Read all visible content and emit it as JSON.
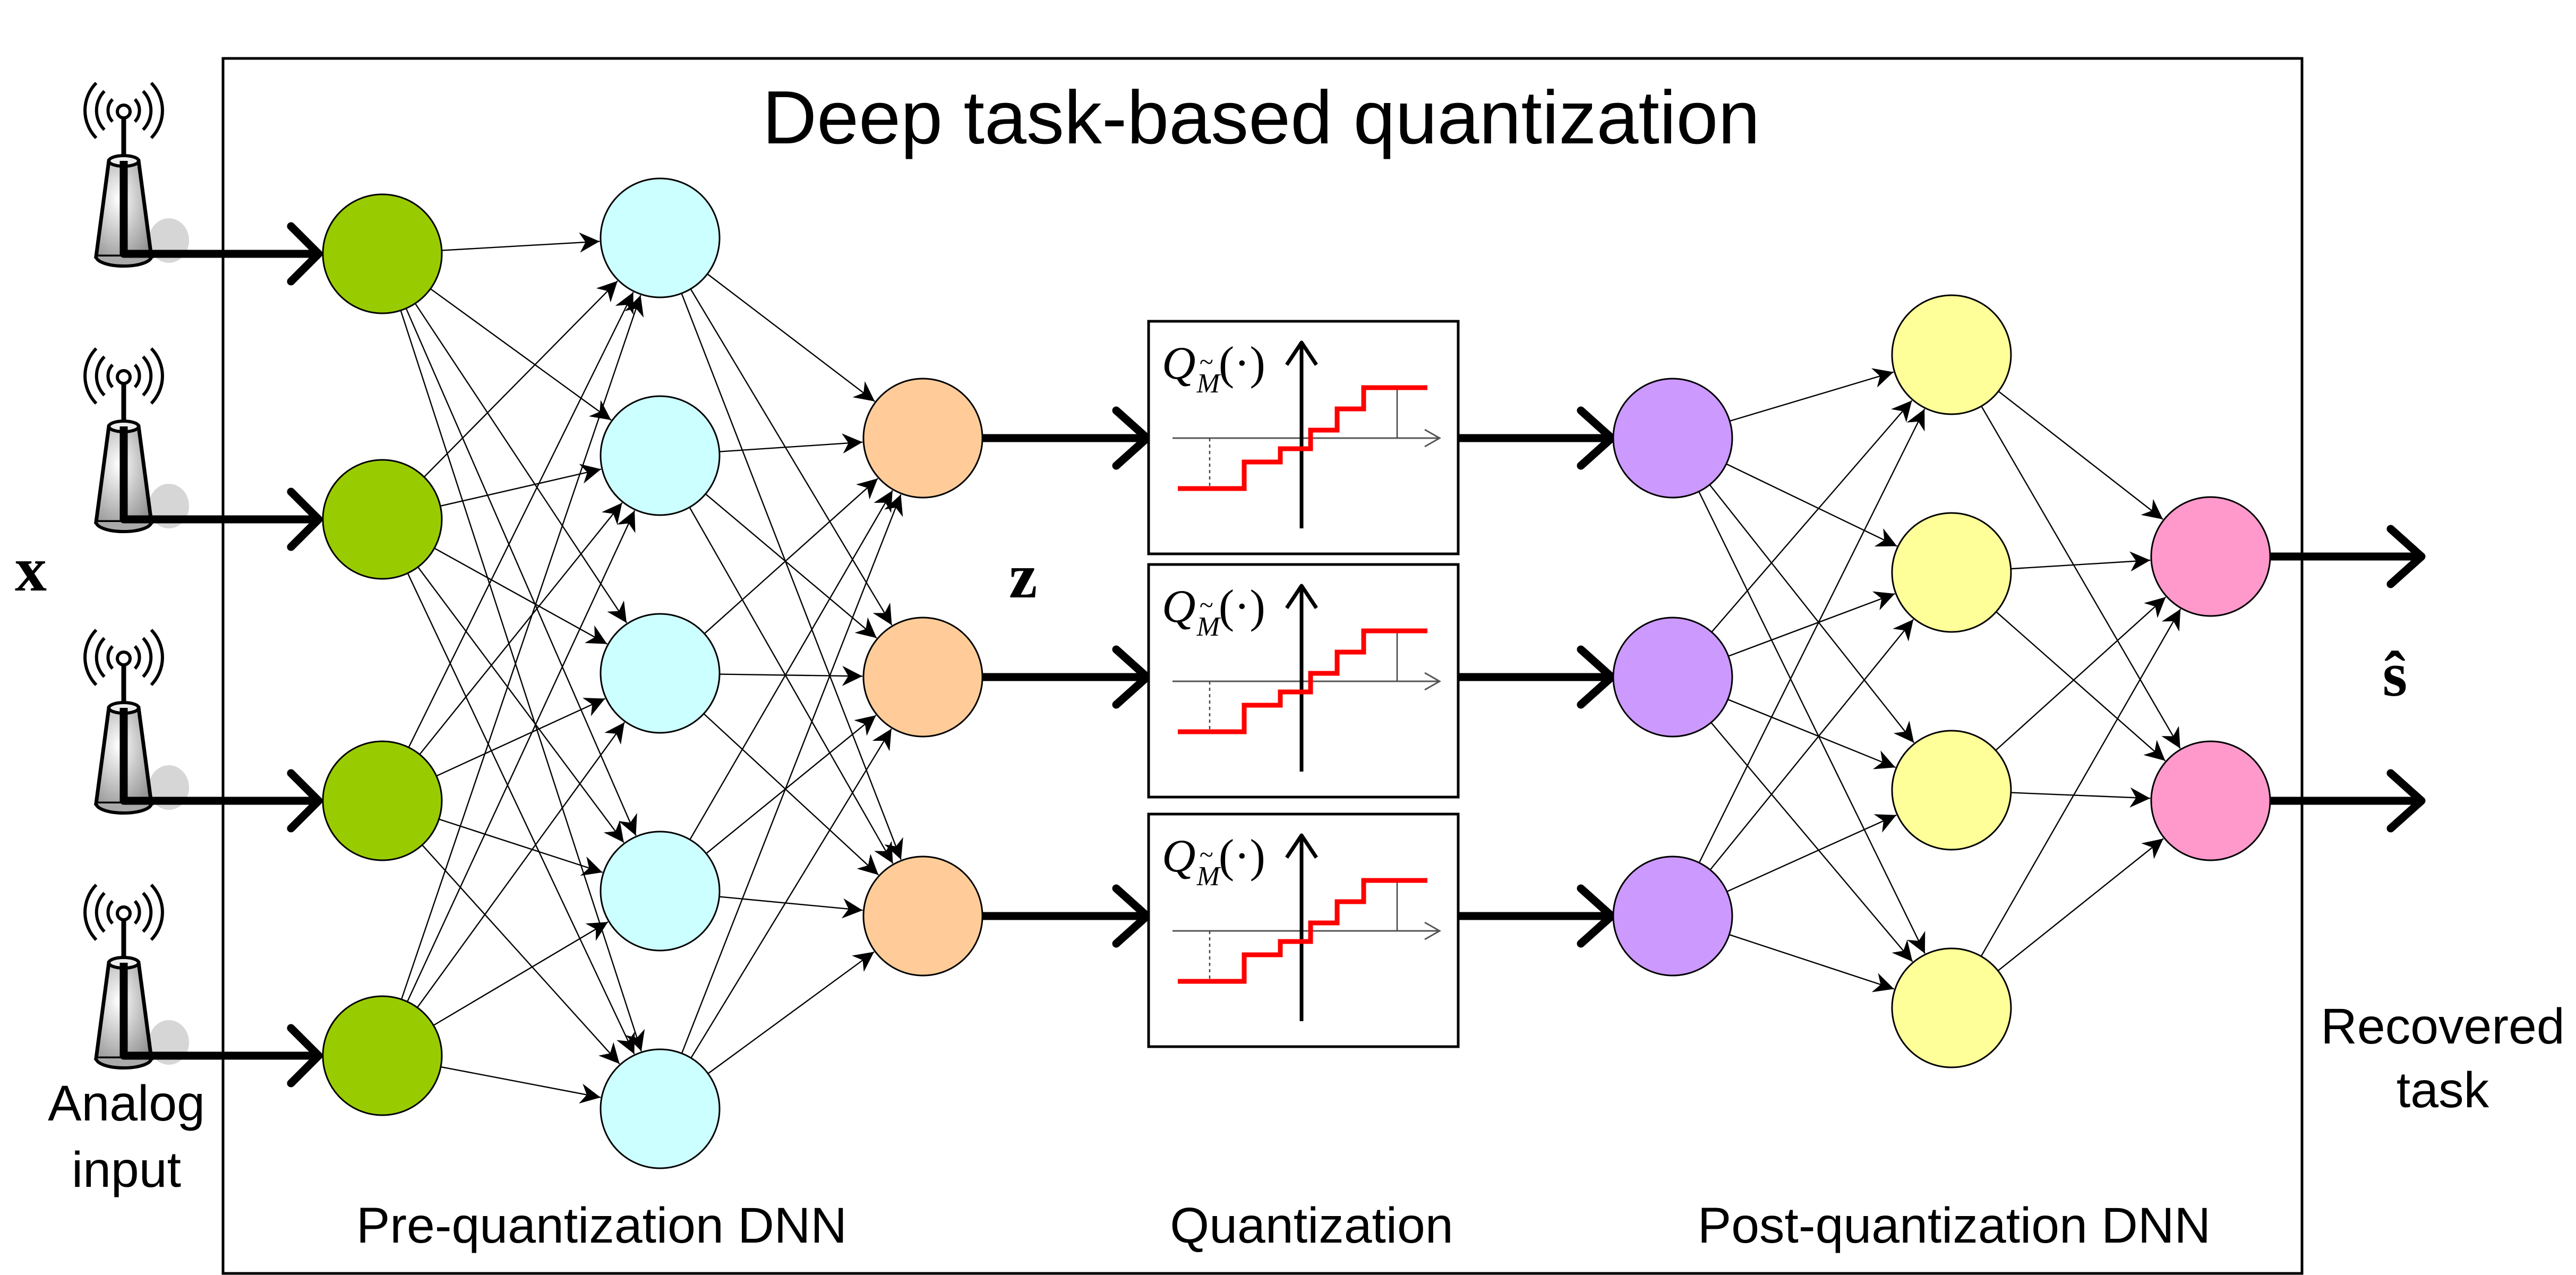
{
  "title": "Deep task-based quantization",
  "labels": {
    "input_symbol": "x",
    "latent_symbol": "z",
    "output_symbol": "ŝ",
    "analog_input": [
      "Analog",
      "input"
    ],
    "recovered_task": [
      "Recovered",
      "task"
    ],
    "pre_dnn": "Pre-quantization DNN",
    "quantization": "Quantization",
    "post_dnn": "Post-quantization DNN"
  },
  "quantizer": {
    "symbol": "Q",
    "subscript": "M",
    "subscript_accent": "~",
    "argument": "(·)"
  },
  "layers": [
    {
      "name": "input",
      "count": 4,
      "color": "#99cc00"
    },
    {
      "name": "pre-hidden",
      "count": 5,
      "color": "#ccffff"
    },
    {
      "name": "pre-output",
      "count": 3,
      "color": "#ffcc99"
    },
    {
      "name": "post-input",
      "count": 3,
      "color": "#cc99ff"
    },
    {
      "name": "post-hidden",
      "count": 4,
      "color": "#ffff99"
    },
    {
      "name": "output",
      "count": 2,
      "color": "#ff99cc"
    }
  ],
  "colors": {
    "quantizer_step": "#ff0000",
    "antenna": "#cccccc"
  },
  "icons": {
    "antenna": "antenna-icon",
    "signal": "signal-waves-icon"
  }
}
